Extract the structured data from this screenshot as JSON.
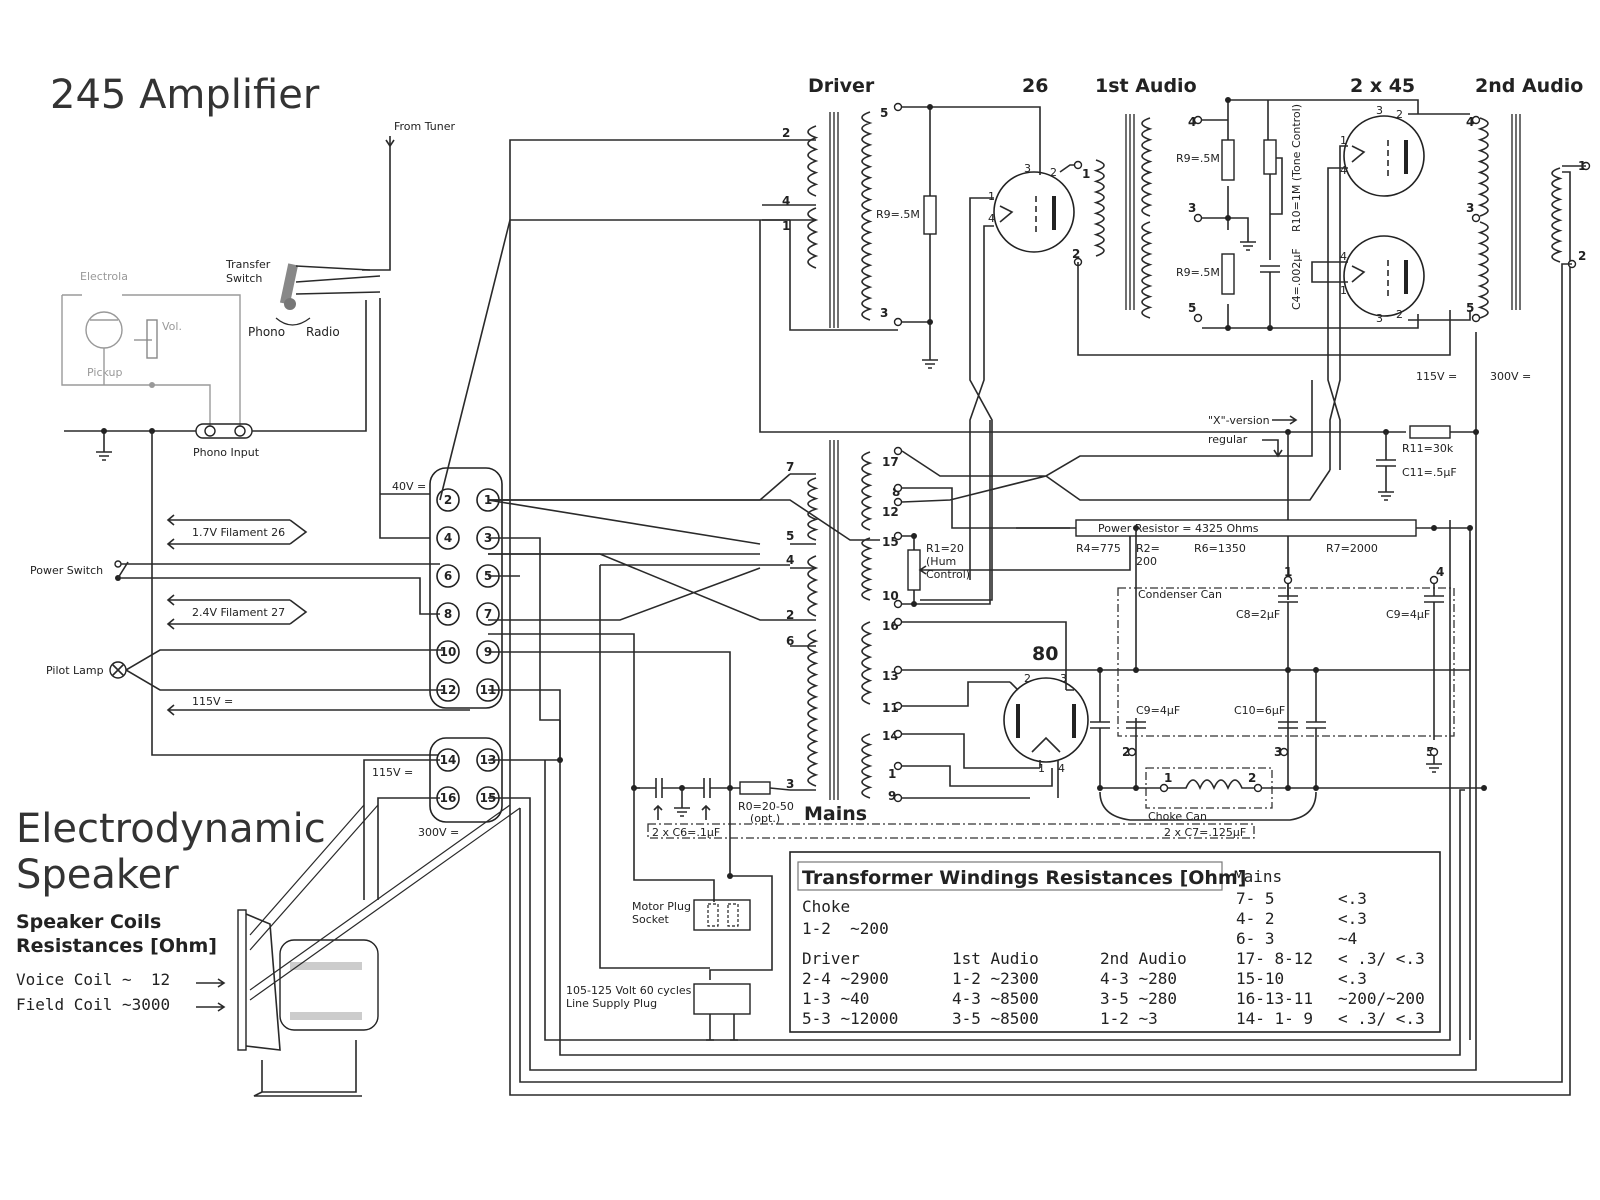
{
  "title": "245 Amplifier",
  "speaker_title_line1": "Electrodynamic",
  "speaker_title_line2": "Speaker",
  "headers": {
    "driver": "Driver",
    "tube26": "26",
    "first_audio": "1st Audio",
    "two_x_45": "2 x 45",
    "second_audio": "2nd Audio",
    "tube80": "80",
    "mains": "Mains"
  },
  "labels": {
    "from_tuner": "From Tuner",
    "transfer_switch_1": "Transfer",
    "transfer_switch_2": "Switch",
    "phono": "Phono",
    "radio": "Radio",
    "electrola": "Electrola",
    "vol": "Vol.",
    "pickup": "Pickup",
    "phono_input": "Phono Input",
    "v40": "40V =",
    "filament26": "1.7V Filament 26",
    "power_switch": "Power Switch",
    "filament27": "2.4V Filament 27",
    "pilot_lamp": "Pilot Lamp",
    "v115_left": "115V =",
    "v115_spk": "115V =",
    "v300_spk": "300V =",
    "r9_driver": "R9=.5M",
    "r9_top": "R9=.5M",
    "r9_bottom": "R9=.5M",
    "r10": "R10=1M (Tone Control)",
    "c4": "C4=.002µF",
    "v115_right": "115V =",
    "v300_right": "300V =",
    "x_version": "\"X\"-version",
    "regular": "regular",
    "r11": "R11=30k",
    "c11": "C11=.5µF",
    "power_resistor": "Power Resistor = 4325 Ohms",
    "r4": "R4=775",
    "r2a": "R2=",
    "r2b": "200",
    "r6": "R6=1350",
    "r7": "R7=2000",
    "r1_1": "R1=20",
    "r1_2": "(Hum",
    "r1_3": "Control)",
    "condenser_can": "Condenser Can",
    "c8": "C8=2µF",
    "c9_top": "C9=4µF",
    "c9_bottom": "C9=4µF",
    "c10": "C10=6µF",
    "choke_can": "Choke Can",
    "r0_1": "R0=20-50",
    "r0_2": "(opt.)",
    "c6": "2 x C6=.1µF",
    "c7": "2 x C7=.125µF",
    "motor_plug_1": "Motor Plug",
    "motor_plug_2": "Socket",
    "line_plug_1": "105-125 Volt 60 cycles",
    "line_plug_2": "Line Supply Plug"
  },
  "connector_pins": [
    "1",
    "2",
    "3",
    "4",
    "5",
    "6",
    "7",
    "8",
    "9",
    "10",
    "11",
    "12",
    "13",
    "14",
    "15",
    "16"
  ],
  "speaker_coils": {
    "title1": "Speaker Coils",
    "title2": "Resistances [Ohm]",
    "voice": "Voice Coil ~  12",
    "field": "Field Coil ~3000"
  },
  "windings_table": {
    "title": "Transformer Windings Resistances [Ohm]",
    "choke_title": "Choke",
    "choke_row": "1-2  ~200",
    "driver_title": "Driver",
    "driver_rows": [
      "2-4  ~2900",
      "1-3  ~40",
      "5-3  ~12000"
    ],
    "audio1_title": "1st Audio",
    "audio1_rows": [
      "1-2  ~2300",
      "4-3  ~8500",
      "3-5  ~8500"
    ],
    "audio2_title": "2nd Audio",
    "audio2_rows": [
      "4-3  ~280",
      "3-5  ~280",
      "1-2  ~3"
    ],
    "mains_title": "Mains",
    "mains_rows": [
      {
        "w": "7- 5",
        "r": "<.3"
      },
      {
        "w": "4- 2",
        "r": "<.3"
      },
      {
        "w": "6- 3",
        "r": "~4"
      },
      {
        "w": "17- 8-12",
        "r": "< .3/ <.3"
      },
      {
        "w": "15-10",
        "r": "<.3"
      },
      {
        "w": "16-13-11",
        "r": "~200/~200"
      },
      {
        "w": "14- 1- 9",
        "r": "< .3/ <.3"
      }
    ]
  }
}
